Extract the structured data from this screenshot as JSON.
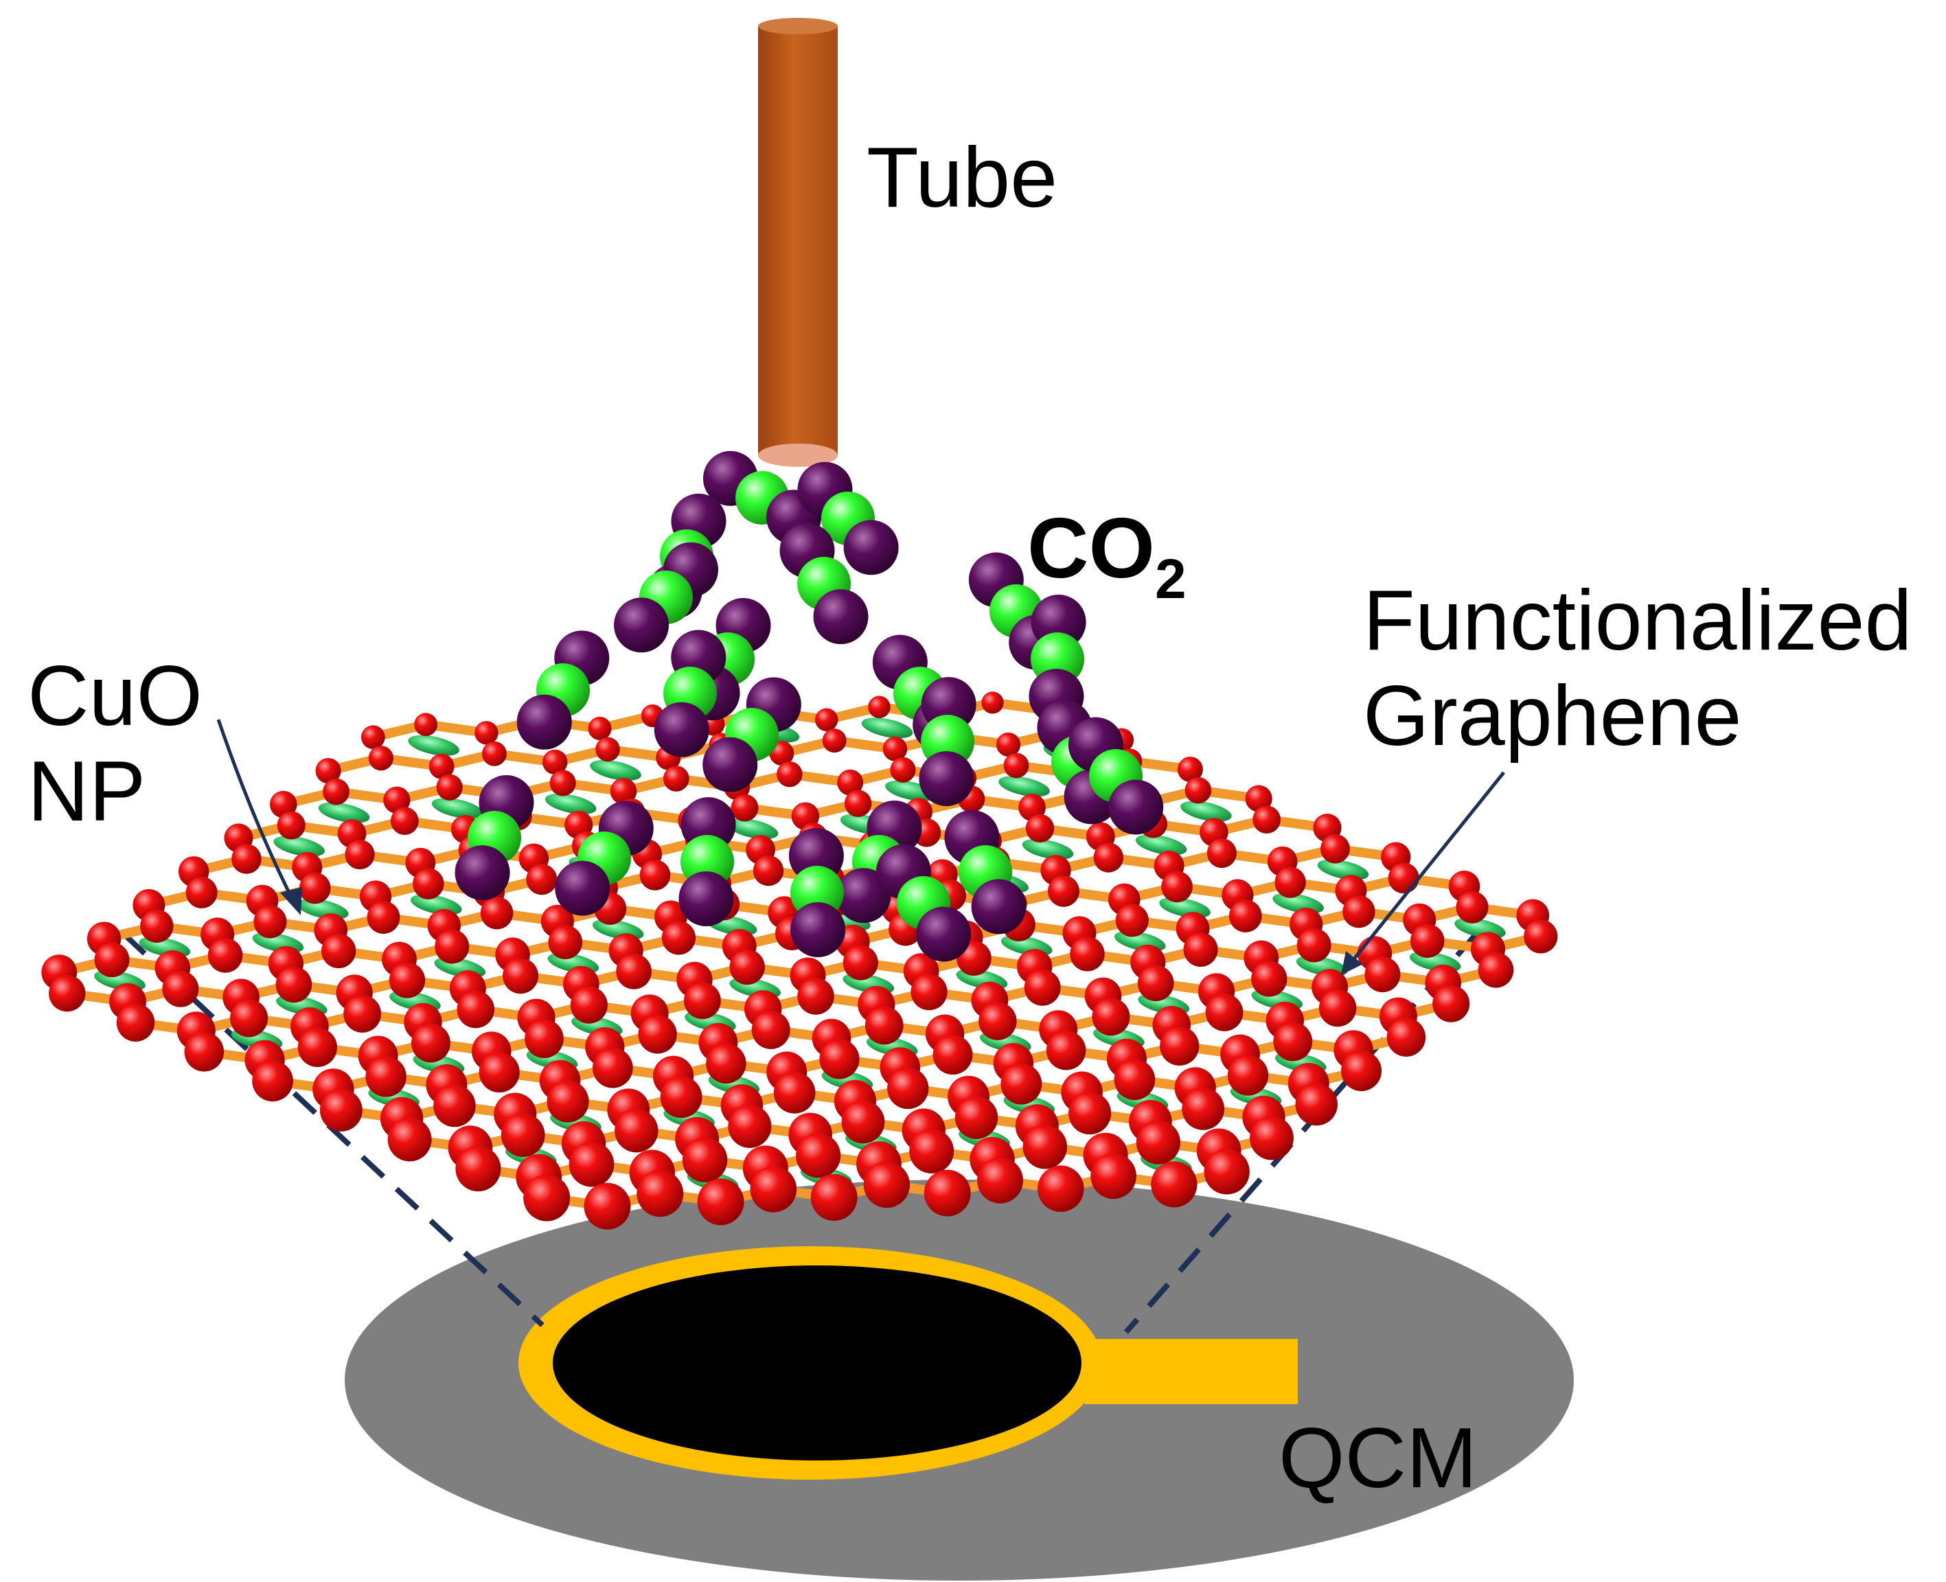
{
  "labels": {
    "tube": "Tube",
    "co2_main": "CO",
    "co2_sub": "2",
    "cuo_line1": "CuO",
    "cuo_line2": "NP",
    "graphene_line1": "Functionalized",
    "graphene_line2": "Graphene",
    "qcm": "QCM"
  },
  "colors": {
    "tube": "#c05a1c",
    "tube_end": "#eaa68a",
    "carbon_atom": "#33ff33",
    "oxygen_atom": "#5a0d5c",
    "graphene_bond": "#f0992c",
    "graphene_node": "#e30000",
    "cuo_nanoparticle": "#2fbf5f",
    "qcm_disc": "#7f7f7f",
    "qcm_electrode": "#ffc000",
    "qcm_center": "#000000",
    "leader_line": "#1f3056"
  }
}
